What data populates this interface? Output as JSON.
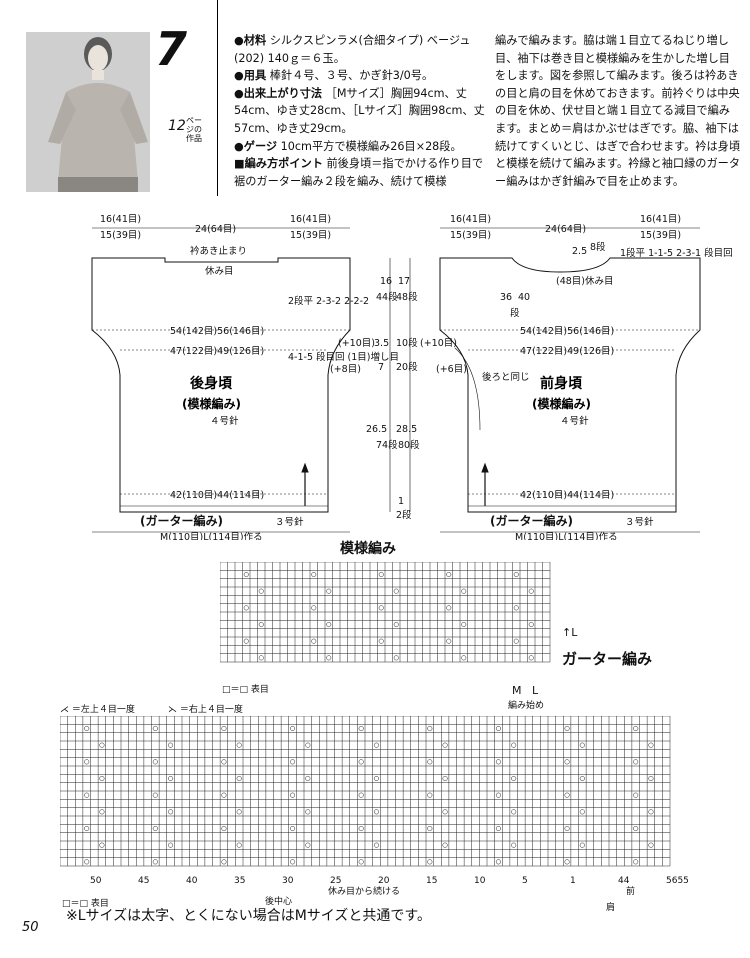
{
  "header": {
    "pattern_number": "7",
    "page_ref_num": "12",
    "page_ref_text": "ページの作品"
  },
  "instructions": {
    "materials_label": "●材料",
    "materials_text": "シルクスピンラメ(合細タイプ) ベージュ(202) 140ｇ＝６玉。",
    "tools_label": "●用具",
    "tools_text": "棒針４号、３号、かぎ針3/0号。",
    "size_label": "●出来上がり寸法",
    "size_text": "［Mサイズ］胸囲94cm、丈54cm、ゆき丈28cm、［Lサイズ］胸囲98cm、丈57cm、ゆき丈29cm。",
    "gauge_label": "●ゲージ",
    "gauge_text": "10cm平方で模様編み26目×28段。",
    "points_label": "■編み方ポイント",
    "points_text_1": "前後身頃＝指でかける作り目で裾のガーター編み２段を編み、続けて模様",
    "points_text_2": "編みで編みます。脇は端１目立てるねじり増し目、袖下は巻き目と模様編みを生かした増し目をします。図を参照して編みます。後ろは衿あきの目と肩の目を休めておきます。前衿ぐりは中央の目を休め、伏せ目と端１目立てる減目で編みます。まとめ＝肩はかぶせはぎです。脇、袖下は続けてすくいとじ、はぎで合わせます。衿は身頃と模様を続けて編みます。衿縁と袖口縁のガーター編みはかぎ針編みで目を止めます。"
  },
  "back": {
    "title": "後身頃",
    "subtitle": "(模様編み)",
    "needle": "４号針",
    "shoulder_left": "16(41目)",
    "shoulder_left_l": "15(39目)",
    "neck_width": "24(64目)",
    "neck_width_l": "24(64目)",
    "shoulder_right": "16(41目)",
    "shoulder_right_l": "15(39目)",
    "neck_label": "衿あき止まり",
    "rest_label": "休み目",
    "width_upper": "54(142目)56(146目)",
    "width_mid": "47(122目)49(126目)",
    "width_bottom": "42(110目)44(114目)",
    "dec_note": "2段平 2-3-2 2-2-2",
    "inc_note": "4-1-5 段目回 (1目)増し目",
    "plus10": "(+10目)",
    "plus8": "(+8目)",
    "garter": "(ガーター編み)",
    "garter_needle": "３号針",
    "cast_on": "M(110目)L(114目)作る"
  },
  "center_dims": {
    "top_m": "16",
    "top_l": "17",
    "top_rows_m": "44段",
    "top_rows_l": "48段",
    "sleeve_m": "3.5",
    "sleeve_rows_m": "10段",
    "mid_m": "7",
    "mid_rows": "20段",
    "body_m": "26.5",
    "body_l": "28.5",
    "body_rows_m": "74段",
    "body_rows_l": "80段",
    "hem": "1",
    "hem_rows": "2段"
  },
  "front": {
    "title": "前身頃",
    "subtitle": "(模様編み)",
    "needle": "４号針",
    "shoulder_left": "16(41目)",
    "shoulder_left_l": "15(39目)",
    "neck_width": "24(64目)",
    "shoulder_right": "16(41目)",
    "shoulder_right_l": "15(39目)",
    "neck_depth": "2.5",
    "neck_depth_rows": "8段",
    "center_rest": "(48目)休み目",
    "neck_dec": "1段平 1-1-5 2-3-1 段目回",
    "side_m": "36",
    "side_l": "40",
    "side_rows": "段",
    "width_upper": "54(142目)56(146目)",
    "width_mid": "47(122目)49(126目)",
    "width_bottom": "42(110目)44(114目)",
    "plus10": "(+10目)",
    "plus6": "(+6目)",
    "same_as_back": "後ろと同じ",
    "garter": "(ガーター編み)",
    "garter_needle": "３号針",
    "cast_on": "M(110目)L(114目)作る"
  },
  "chart1": {
    "title": "模様編み",
    "garter_label": "ガーター編み",
    "legend": "□＝□ 表目",
    "size_m": "M",
    "size_l": "L",
    "start_label": "編み始め",
    "l_arrow": "↑L"
  },
  "chart2": {
    "legend_a": "＝左上４目一度",
    "legend_b": "＝右上４目一度",
    "legend_c": "□＝□ 表目",
    "col_labels": [
      "50",
      "45",
      "40",
      "35",
      "30",
      "25",
      "20",
      "15",
      "10",
      "5",
      "1",
      "44",
      "5655"
    ],
    "center_back": "後中心",
    "cont_label": "休み目から続ける",
    "front_label": "前",
    "shoulder_label": "肩"
  },
  "footer": {
    "note": "※Lサイズは太字、とくにない場合はMサイズと共通です。",
    "page_number": "50"
  }
}
